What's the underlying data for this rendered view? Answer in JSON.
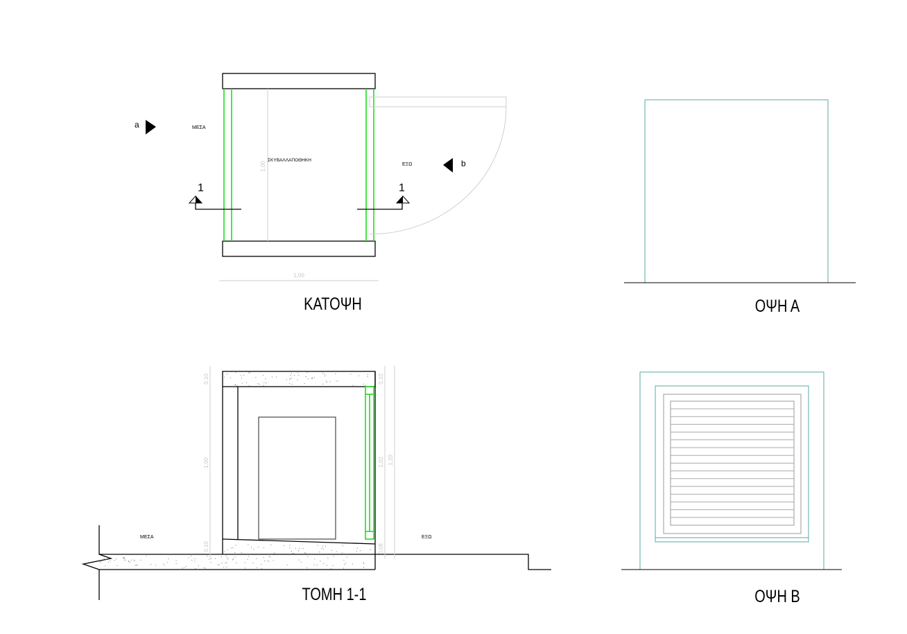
{
  "plan": {
    "title": "ΚΑΤΟΨΗ",
    "label_inside": "ΜΕΣΑ",
    "label_outside": "ΕΞΩ",
    "room_name": "ΣΚΥΒΑΛΛΑΠΟΘΗΚΗ",
    "view_marker_a": "a",
    "view_marker_b": "b",
    "section_mark_left": "1",
    "section_mark_right": "1",
    "dim_depth": "1,00",
    "dim_width": "1,00"
  },
  "elevation_a": {
    "title": "ΟΨΗ Α"
  },
  "section": {
    "title": "ΤΟΜΗ 1-1",
    "label_inside": "ΜΕΣΑ",
    "label_outside": "ΕΞΩ",
    "dims_left": [
      "0,10",
      "1,00",
      "0,10"
    ],
    "dims_right": [
      "0,10",
      "1,02",
      "0,08"
    ],
    "dim_total": "1,20"
  },
  "elevation_b": {
    "title": "ΟΨΗ Β"
  },
  "colors": {
    "frame": "#1adf1a",
    "elevation": "#5aa8a0"
  }
}
